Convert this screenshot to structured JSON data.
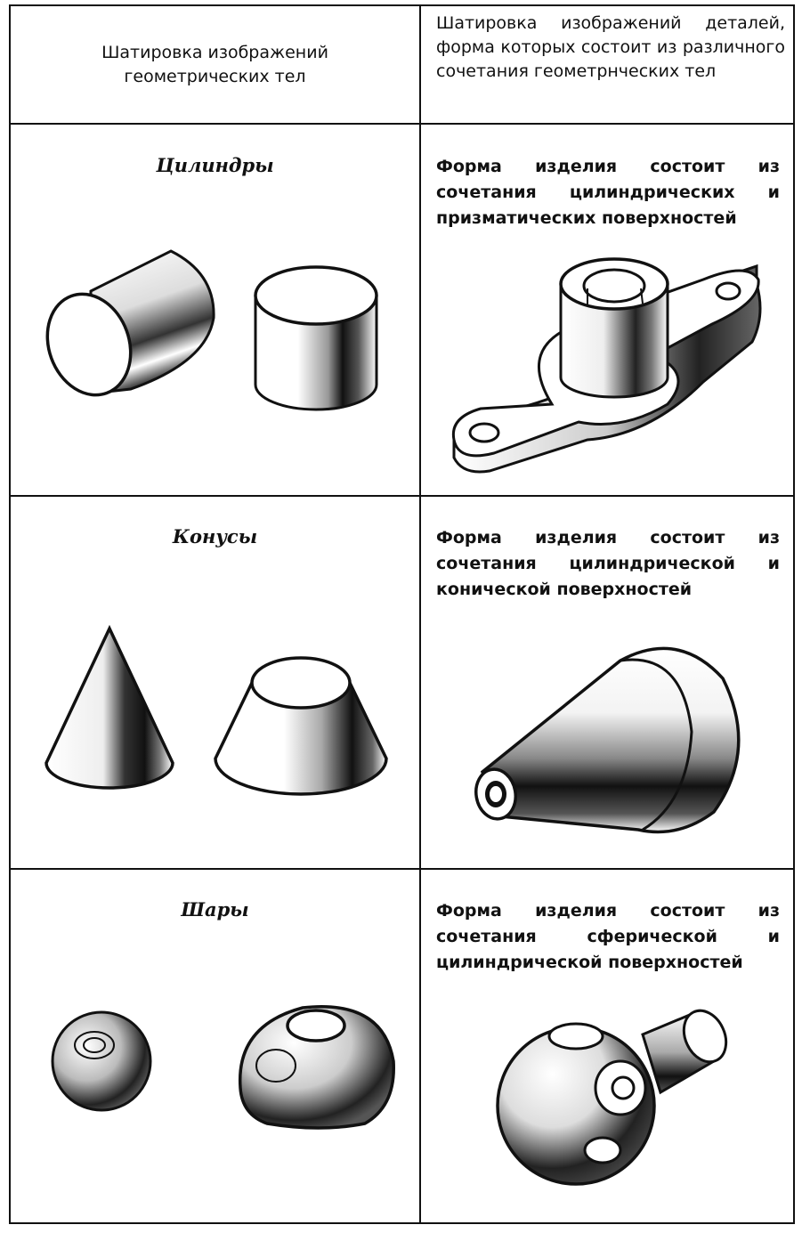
{
  "header": {
    "left": "Шатировка изображений геометрических тел",
    "right": "Шатировка изображений деталей, форма которых состоит из различного сочетания геометрнческих тел"
  },
  "rows": [
    {
      "title": "Цилиндры",
      "description": "Форма изделия состоит из сочетания цилиндрических и призматических поверхностей",
      "left_icons": [
        "horizontal-cylinder-icon",
        "vertical-cylinder-icon"
      ],
      "right_icon": "flanged-bushing-icon"
    },
    {
      "title": "Конусы",
      "description": "Форма изделия состоит из сочетания цилиндрической и конической поверхностей",
      "left_icons": [
        "cone-icon",
        "truncated-cone-icon"
      ],
      "right_icon": "nozzle-icon"
    },
    {
      "title": "Шары",
      "description": "Форма изделия состоит из сочетания сферической и цилиндрической поверхностей",
      "left_icons": [
        "sphere-icon",
        "truncated-sphere-icon"
      ],
      "right_icon": "ball-joint-icon"
    }
  ]
}
